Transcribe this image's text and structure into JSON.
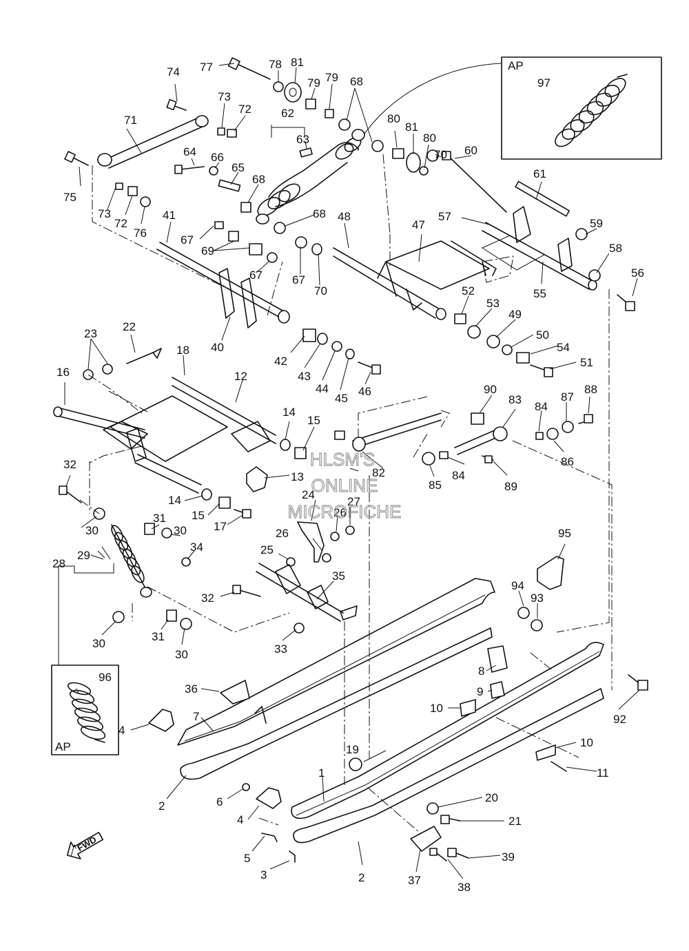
{
  "watermark": {
    "line1": "HLSM'S",
    "line2": "ONLINE",
    "line3": "MICROFICHE"
  },
  "fwd_label": "FWD",
  "inset_top": {
    "label": "AP",
    "part": "97"
  },
  "inset_left": {
    "label": "AP",
    "part": "96"
  },
  "part_labels": [
    "1",
    "2",
    "2",
    "3",
    "4",
    "4",
    "5",
    "6",
    "7",
    "8",
    "9",
    "10",
    "10",
    "11",
    "12",
    "13",
    "14",
    "14",
    "15",
    "15",
    "16",
    "17",
    "18",
    "19",
    "20",
    "21",
    "22",
    "23",
    "24",
    "25",
    "26",
    "26",
    "27",
    "28",
    "29",
    "30",
    "30",
    "30",
    "30",
    "31",
    "31",
    "32",
    "32",
    "33",
    "34",
    "35",
    "36",
    "37",
    "38",
    "39",
    "40",
    "41",
    "42",
    "43",
    "44",
    "45",
    "46",
    "47",
    "48",
    "49",
    "50",
    "51",
    "52",
    "53",
    "54",
    "55",
    "56",
    "57",
    "58",
    "59",
    "60",
    "61",
    "62",
    "63",
    "64",
    "65",
    "66",
    "67",
    "67",
    "67",
    "68",
    "68",
    "68",
    "69",
    "70",
    "70",
    "71",
    "72",
    "72",
    "73",
    "73",
    "74",
    "75",
    "76",
    "77",
    "78",
    "79",
    "79",
    "80",
    "80",
    "81",
    "81",
    "82",
    "83",
    "84",
    "84",
    "85",
    "86",
    "87",
    "88",
    "89",
    "90",
    "92",
    "93",
    "94",
    "95"
  ]
}
